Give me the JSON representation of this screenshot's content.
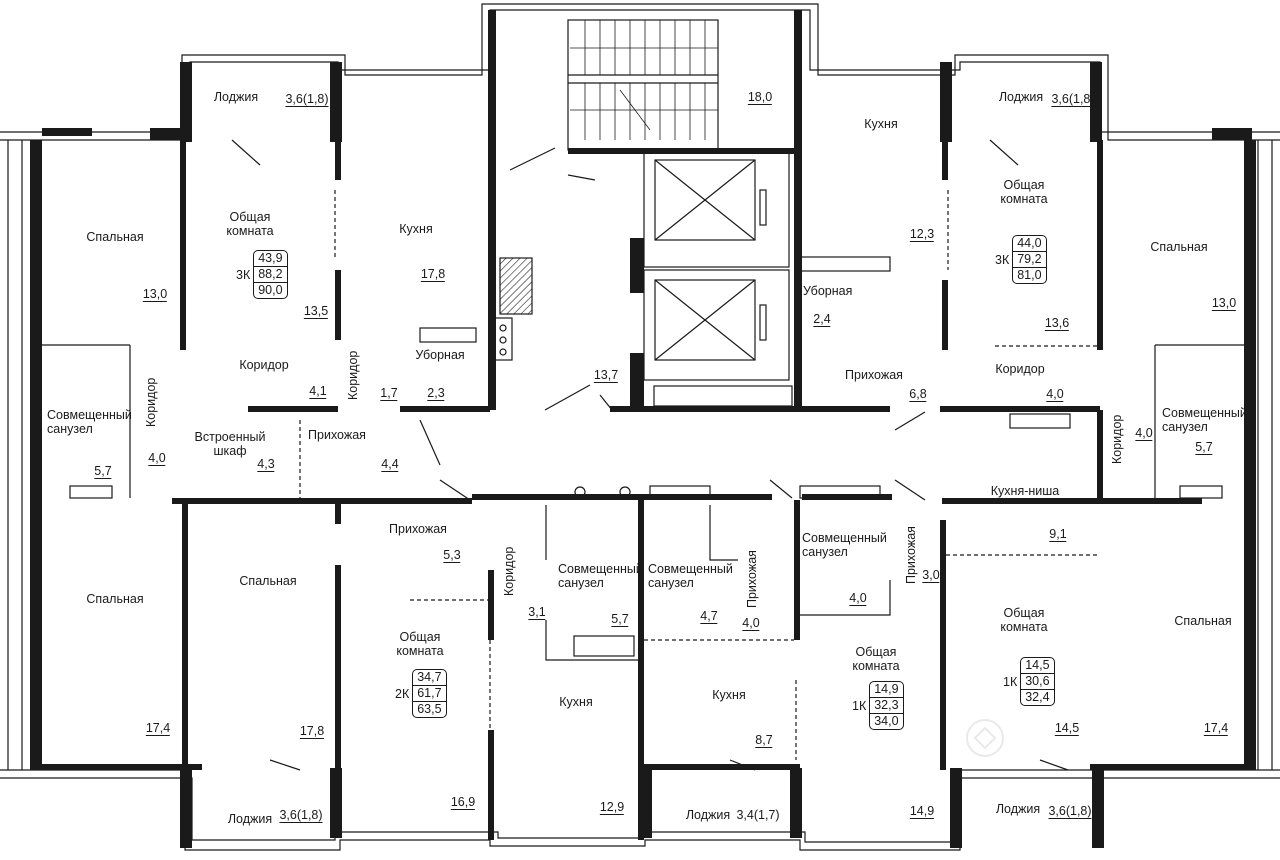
{
  "rooms": {
    "loggia_tl": "Лоджия",
    "loggia_tl_area": "3,6(1,8)",
    "loggia_tr": "Лоджия",
    "loggia_tr_area": "3,6(1,8)",
    "loggia_bl": "Лоджия",
    "loggia_bl_area": "3,6(1,8)",
    "loggia_bm": "Лоджия",
    "loggia_bm_area": "3,4(1,7)",
    "loggia_br": "Лоджия",
    "loggia_br_area": "3,6(1,8)",
    "stair_area": "18,0",
    "hall_area": "13,7",
    "a3l_bedroom1": "Спальная",
    "a3l_bedroom1_area": "13,0",
    "a3l_living": "Общая\nкомната",
    "a3l_living_area": "13,5",
    "a3l_kitchen": "Кухня",
    "a3l_kitchen_area": "17,8",
    "a3l_corridor": "Коридор",
    "a3l_corridor_area": "4,1",
    "a3l_corridor_v1": "Коридор",
    "a3l_corridor_v2": "Коридор",
    "a3l_toilet": "Уборная",
    "a3l_toilet_w": "1,7",
    "a3l_toilet_area": "2,3",
    "a3l_bath": "Совмещенный\nсанузел",
    "a3l_bath_area": "5,7",
    "a3l_corr_area": "4,0",
    "a3l_closet": "Встроенный\nшкаф",
    "a3l_closet_area": "4,3",
    "a3l_hall": "Прихожая",
    "a3l_hall_area": "4,4",
    "a3l_bedroom2": "Спальная",
    "a3l_bedroom2_area": "17,4",
    "a2_bedroom": "Спальная",
    "a2_bedroom_area": "17,8",
    "a2_hall": "Прихожая",
    "a2_hall_area": "5,3",
    "a2_corridor": "Коридор",
    "a2_living": "Общая\nкомната",
    "a2_living_area": "16,9",
    "a2_bath": "Совмещенный\nсанузел",
    "a2_bath_w": "3,1",
    "a2_bath_area": "5,7",
    "a2_kitchen": "Кухня",
    "a2_kitchen_area": "12,9",
    "a1m_bath": "Совмещенный\nсанузел",
    "a1m_bath_area": "4,7",
    "a1m_hall": "Прихожая",
    "a1m_hall_area": "4,0",
    "a1m_kitchen": "Кухня",
    "a1m_kitchen_area": "8,7",
    "a1r_bath": "Совмещенный\nсанузел",
    "a1r_bath_area": "4,0",
    "a1r_hall": "Прихожая",
    "a1r_hall_area": "3,0",
    "a1r_living": "Общая\nкомната",
    "a1r_living_area": "14,9",
    "a3r_kitchen": "Кухня",
    "a3r_living": "Общая\nкомната",
    "a3r_living_area": "13,6",
    "a3r_kitchen_area": "12,3",
    "a3r_toilet": "Уборная",
    "a3r_toilet_area": "2,4",
    "a3r_hall": "Прихожая",
    "a3r_hall_area": "6,8",
    "a3r_corridor": "Коридор",
    "a3r_corridor_area": "4,0",
    "a3r_corridor_v": "Коридор",
    "a3r_corr_v_area": "4,0",
    "a3r_bedroom1": "Спальная",
    "a3r_bedroom1_area": "13,0",
    "a3r_bath": "Совмещенный\nсанузел",
    "a3r_bath_area": "5,7",
    "a3r_kniche": "Кухня-ниша",
    "a3r_kniche_area": "9,1",
    "a1b_living": "Общая\nкомната",
    "a1b_living_area": "14,5",
    "a1b_bedroom": "Спальная",
    "a1b_bedroom_area": "17,4"
  },
  "apartments": [
    {
      "rooms": "3К",
      "living": "43,9",
      "total_wo": "88,2",
      "total": "90,0"
    },
    {
      "rooms": "3К",
      "living": "44,0",
      "total_wo": "79,2",
      "total": "81,0"
    },
    {
      "rooms": "2К",
      "living": "34,7",
      "total_wo": "61,7",
      "total": "63,5"
    },
    {
      "rooms": "1К",
      "living": "14,9",
      "total_wo": "32,3",
      "total": "34,0"
    },
    {
      "rooms": "1К",
      "living": "14,5",
      "total_wo": "30,6",
      "total": "32,4"
    }
  ]
}
